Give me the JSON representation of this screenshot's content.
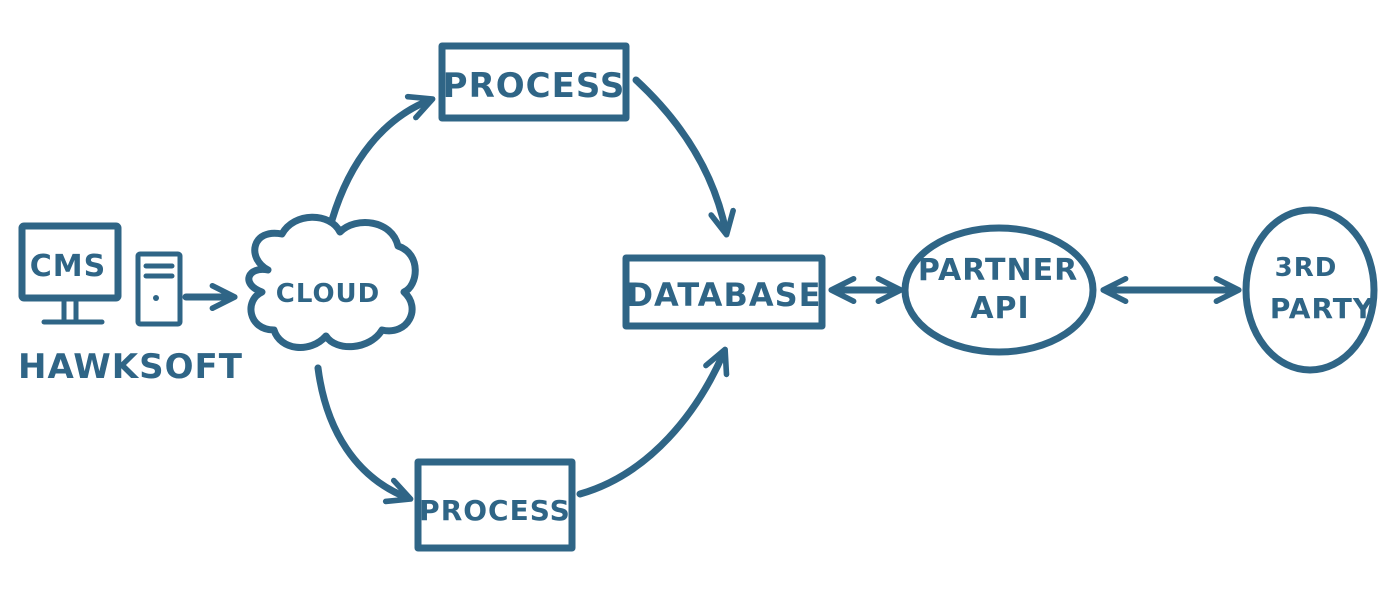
{
  "colors": {
    "ink": "#2f6586",
    "background": "#ffffff"
  },
  "nodes": {
    "cms_monitor": "CMS",
    "hawksoft": "HAWKSOFT",
    "cloud": "CLOUD",
    "process_top": "PROCESS",
    "process_bottom": "PROCESS",
    "database": "DATABASE",
    "partner_api_line1": "PARTNER",
    "partner_api_line2": "API",
    "third_party_line1": "3RD",
    "third_party_line2": "PARTY"
  },
  "icons": [
    "monitor-icon",
    "server-tower-icon",
    "cloud-shape"
  ]
}
